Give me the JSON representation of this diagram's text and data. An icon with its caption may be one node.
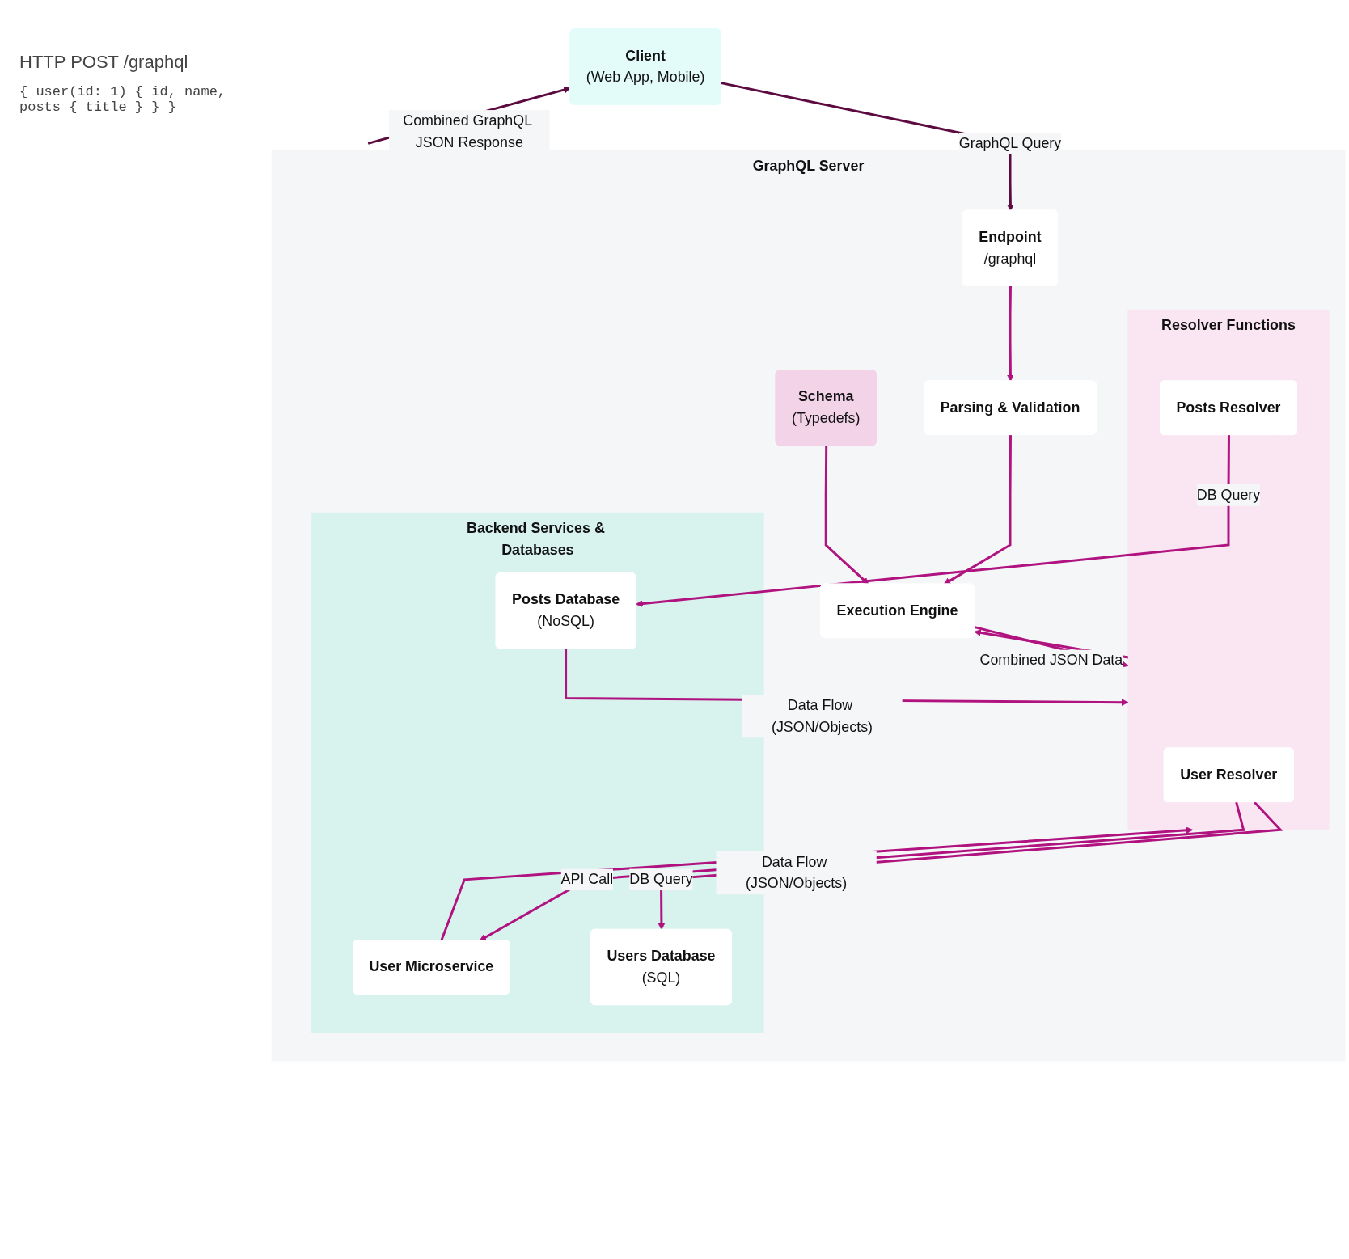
{
  "diagram": {
    "nodes": [
      {
        "text": [
          "Client",
          "(Web App, Mobile)"
        ]
      },
      {
        "text": [
          "GraphQL Server"
        ]
      },
      {
        "text": [
          "Endpoint",
          "/graphql"
        ],
        "in": 1
      },
      {
        "text": [
          "Parsing & Validation"
        ],
        "in": 1
      },
      {
        "text": [
          "Schema",
          "(Typedefs)"
        ],
        "in": 1
      },
      {
        "text": [
          "Execution Engine"
        ],
        "in": 1
      },
      {
        "text": [
          "Resolver Functions"
        ],
        "in": 1
      },
      {
        "text": [
          "User Resolver"
        ],
        "in": 6
      },
      {
        "text": [
          "Posts Resolver"
        ],
        "in": 6
      },
      {
        "text": [
          "Backend Services & Databases"
        ],
        "in": 1
      },
      {
        "text": [
          "User Microservice"
        ],
        "in": 9
      },
      {
        "text": [
          "Users Database",
          "(SQL)"
        ],
        "in": 9
      },
      {
        "text": [
          "Posts Database",
          "(NoSQL)"
        ],
        "in": 9
      }
    ],
    "edges": [
      {
        "from": 0,
        "to": 2,
        "arrow": "to",
        "label": "GraphQL Query",
        "color": "#5c0a3f"
      },
      {
        "from": 2,
        "to": 3,
        "arrow": "to"
      },
      {
        "from": 3,
        "to": 5,
        "arrow": "to"
      },
      {
        "from": 4,
        "to": 5,
        "arrow": "to"
      },
      {
        "from": 5,
        "to": 6,
        "arrow": "to"
      },
      {
        "from": 6,
        "to": 5,
        "arrow": "to",
        "label": "Combined JSON Data"
      },
      {
        "from": 10,
        "to": 6,
        "arrow": "to",
        "label": "Data Flow (JSON/Objects)"
      },
      {
        "from": 7,
        "to": 10,
        "arrow": "to",
        "label": "API Call"
      },
      {
        "from": 7,
        "to": 11,
        "arrow": "to",
        "label": "DB Query"
      },
      {
        "from": 8,
        "to": 12,
        "arrow": "to",
        "label": "DB Query"
      },
      {
        "from": 12,
        "to": 6,
        "arrow": "to",
        "label": "Data Flow (JSON/Objects)"
      },
      {
        "from": 1,
        "to": 0,
        "arrow": "to",
        "label": "Combined GraphQL JSON Response",
        "color": "#5c0a3f"
      }
    ],
    "labels": [
      "HTTP POST /graphql",
      "{ user(id: 1) { id, name, posts { title } } }"
    ]
  }
}
